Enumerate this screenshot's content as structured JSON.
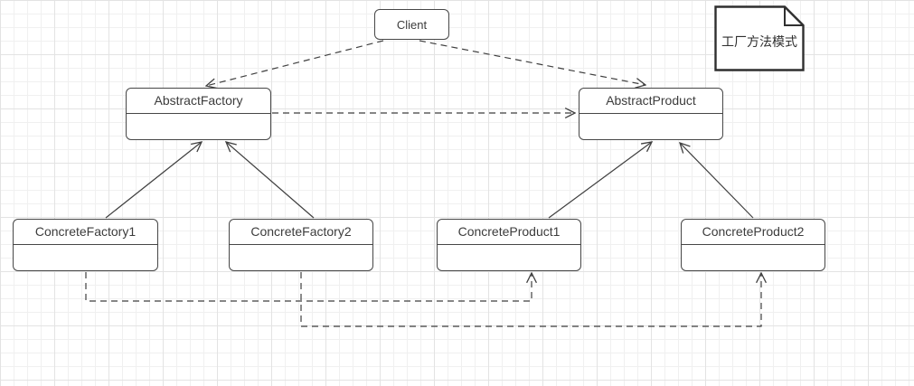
{
  "diagram": {
    "title": "工厂方法模式",
    "note": {
      "label": "工厂方法模式"
    },
    "nodes": {
      "client": {
        "label": "Client"
      },
      "abstract_factory": {
        "label": "AbstractFactory"
      },
      "abstract_product": {
        "label": "AbstractProduct"
      },
      "concrete_factory1": {
        "label": "ConcreteFactory1"
      },
      "concrete_factory2": {
        "label": "ConcreteFactory2"
      },
      "concrete_product1": {
        "label": "ConcreteProduct1"
      },
      "concrete_product2": {
        "label": "ConcreteProduct2"
      }
    },
    "edges": [
      {
        "from": "Client",
        "to": "AbstractFactory",
        "type": "dependency",
        "line": "dashed",
        "arrowhead": "open"
      },
      {
        "from": "Client",
        "to": "AbstractProduct",
        "type": "dependency",
        "line": "dashed",
        "arrowhead": "open"
      },
      {
        "from": "AbstractFactory",
        "to": "AbstractProduct",
        "type": "dependency",
        "line": "dashed",
        "arrowhead": "open"
      },
      {
        "from": "ConcreteFactory1",
        "to": "AbstractFactory",
        "type": "generalization",
        "line": "solid",
        "arrowhead": "open"
      },
      {
        "from": "ConcreteFactory2",
        "to": "AbstractFactory",
        "type": "generalization",
        "line": "solid",
        "arrowhead": "open"
      },
      {
        "from": "ConcreteProduct1",
        "to": "AbstractProduct",
        "type": "generalization",
        "line": "solid",
        "arrowhead": "open"
      },
      {
        "from": "ConcreteProduct2",
        "to": "AbstractProduct",
        "type": "generalization",
        "line": "solid",
        "arrowhead": "open"
      },
      {
        "from": "ConcreteFactory1",
        "to": "ConcreteProduct1",
        "type": "dependency",
        "line": "dashed",
        "arrowhead": "open"
      },
      {
        "from": "ConcreteFactory2",
        "to": "ConcreteProduct2",
        "type": "dependency",
        "line": "dashed",
        "arrowhead": "open"
      }
    ],
    "colors": {
      "stroke": "#3f3f3f",
      "box_border": "#474747",
      "text": "#3c3c3c",
      "grid_minor": "#f0f0f0",
      "grid_major": "#e3e3e3",
      "background": "#ffffff"
    }
  }
}
